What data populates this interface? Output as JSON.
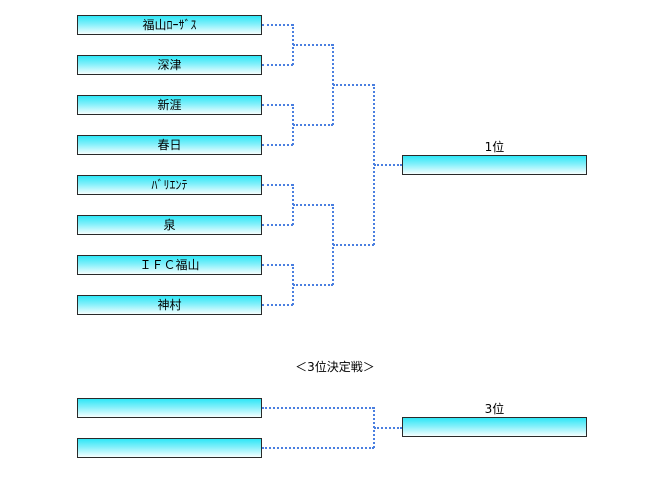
{
  "teams": [
    "福山ﾛｰｻﾞｽ",
    "深津",
    "新涯",
    "春日",
    "ﾊﾞﾘｴﾝﾃ",
    "泉",
    "ＩＦＣ福山",
    "神村"
  ],
  "first_place": {
    "label": "1位",
    "value": ""
  },
  "third_place_section": {
    "title": "＜3位決定戦＞"
  },
  "third_place_match": {
    "team_a": "",
    "team_b": ""
  },
  "third_place": {
    "label": "3位",
    "value": ""
  },
  "colors": {
    "box_top": "#2fe6f6",
    "box_bottom": "#f6ffff",
    "connector": "#4a7fe0"
  }
}
